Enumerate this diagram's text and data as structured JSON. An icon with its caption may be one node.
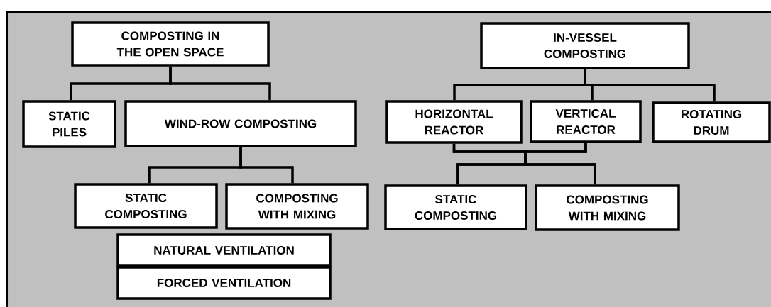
{
  "diagram": {
    "nodes": [
      {
        "text": [
          "COMPOSTING IN THE OPEN SPACE"
        ]
      },
      {
        "text": [
          "STATIC PILES"
        ]
      },
      {
        "text": [
          "WIND-ROW COMPOSTING"
        ]
      },
      {
        "text": [
          "STATIC COMPOSTING"
        ]
      },
      {
        "text": [
          "COMPOSTING WITH MIXING"
        ]
      },
      {
        "text": [
          "NATURAL VENTILATION"
        ]
      },
      {
        "text": [
          "FORCED VENTILATION"
        ]
      },
      {
        "text": [
          "IN-VESSEL COMPOSTING"
        ]
      },
      {
        "text": [
          "HORIZONTAL REACTOR"
        ]
      },
      {
        "text": [
          "VERTICAL REACTOR"
        ]
      },
      {
        "text": [
          "ROTATING DRUM"
        ]
      },
      {
        "text": [
          "STATIC COMPOSTING"
        ]
      },
      {
        "text": [
          "COMPOSTING WITH MIXING"
        ]
      }
    ],
    "edges": [
      {
        "from": 0,
        "to": 1,
        "arrow": "none"
      },
      {
        "from": 0,
        "to": 2,
        "arrow": "none"
      },
      {
        "from": 2,
        "to": 3,
        "arrow": "none"
      },
      {
        "from": 2,
        "to": 4,
        "arrow": "none"
      },
      {
        "from": 7,
        "to": 8,
        "arrow": "none"
      },
      {
        "from": 7,
        "to": 9,
        "arrow": "none"
      },
      {
        "from": 7,
        "to": 10,
        "arrow": "none"
      },
      {
        "from": 8,
        "to": 11,
        "arrow": "none"
      },
      {
        "from": 8,
        "to": 12,
        "arrow": "none"
      },
      {
        "from": 9,
        "to": 11,
        "arrow": "none"
      },
      {
        "from": 9,
        "to": 12,
        "arrow": "none"
      }
    ]
  }
}
